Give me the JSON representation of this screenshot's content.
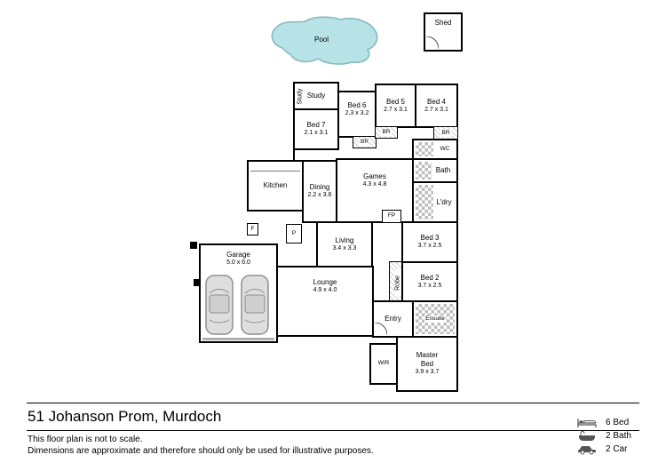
{
  "plan": {
    "pool": {
      "label": "Pool",
      "water_color": "#b7e2e6"
    },
    "shed": {
      "label": "Shed"
    },
    "rooms": {
      "study": {
        "name": "Study",
        "side_label": "Study"
      },
      "bed7": {
        "name": "Bed 7",
        "dims": "2.1 x 3.1"
      },
      "bed6": {
        "name": "Bed 6",
        "dims": "2.3 x 3.2"
      },
      "bed5": {
        "name": "Bed 5",
        "dims": "2.7 x 3.1"
      },
      "bed4": {
        "name": "Bed 4",
        "dims": "2.7 x 3.1"
      },
      "wc": {
        "name": "WC"
      },
      "bath": {
        "name": "Bath"
      },
      "laundry": {
        "name": "L'dry"
      },
      "kitchen": {
        "name": "Kitchen"
      },
      "dining": {
        "name": "Dining",
        "dims": "2.2 x 3.6"
      },
      "games": {
        "name": "Games",
        "dims": "4.3 x 4.8"
      },
      "living": {
        "name": "Living",
        "dims": "3.4 x 3.3"
      },
      "bed3": {
        "name": "Bed 3",
        "dims": "3.7 x 2.5"
      },
      "bed2": {
        "name": "Bed 2",
        "dims": "3.7 x 2.5"
      },
      "garage": {
        "name": "Garage",
        "dims": "5.0 x 6.0"
      },
      "lounge": {
        "name": "Lounge",
        "dims": "4.9 x 4.0"
      },
      "entry": {
        "name": "Entry"
      },
      "ensuite": {
        "name": "Ensuite"
      },
      "master": {
        "name": "Master Bed",
        "dims": "3.9 x 3.7"
      },
      "wir": {
        "name": "WIR"
      }
    },
    "fixtures": {
      "robe_abbr": "BR",
      "robe": "Robe",
      "fireplace": "FP",
      "fridge": "F",
      "pantry": "P"
    }
  },
  "footer": {
    "address": "51 Johanson Prom, Murdoch",
    "note1": "This floor plan is not to scale.",
    "note2": "Dimensions are approximate and therefore should only be used for illustrative purposes.",
    "summary": {
      "beds": "6 Bed",
      "baths": "2 Bath",
      "cars": "2 Car"
    }
  }
}
